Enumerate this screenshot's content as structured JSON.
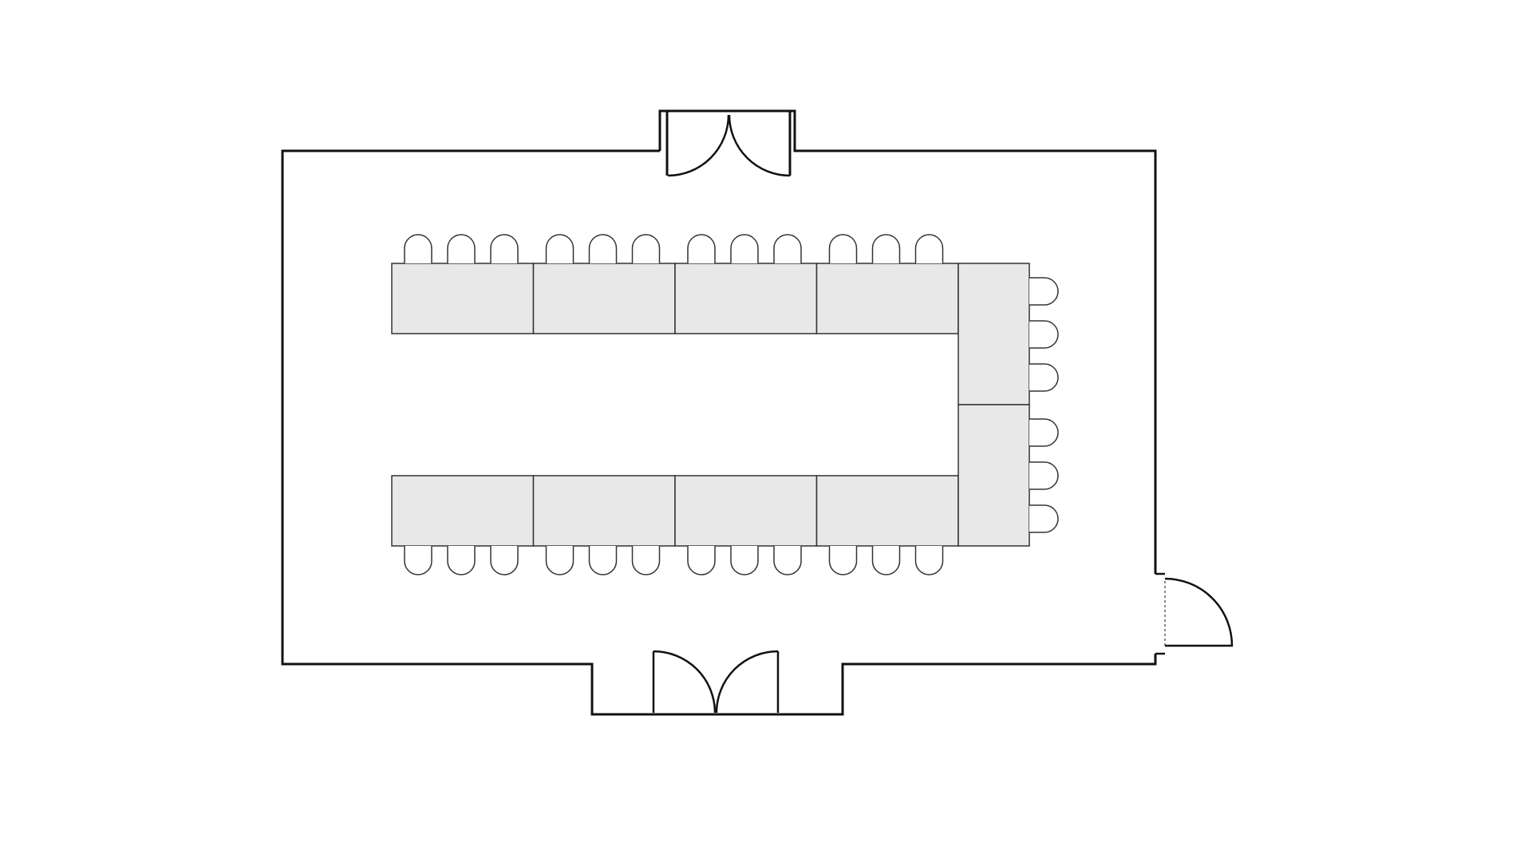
{
  "diagram": {
    "type": "floor-plan",
    "layout_style": "U-shape",
    "colors": {
      "background": "#ffffff",
      "wall": "#111111",
      "table_fill": "#e8e8e8",
      "table_stroke": "#333333",
      "chair_fill": "#ffffff",
      "chair_stroke": "#333333"
    },
    "tables": {
      "top_row": 4,
      "bottom_row": 4,
      "right_column": 2
    },
    "chairs": {
      "top_side": 12,
      "bottom_side": 12,
      "right_side": 6
    },
    "doors": [
      {
        "wall": "top",
        "kind": "double"
      },
      {
        "wall": "bottom",
        "kind": "double"
      },
      {
        "wall": "right",
        "kind": "single"
      }
    ]
  }
}
